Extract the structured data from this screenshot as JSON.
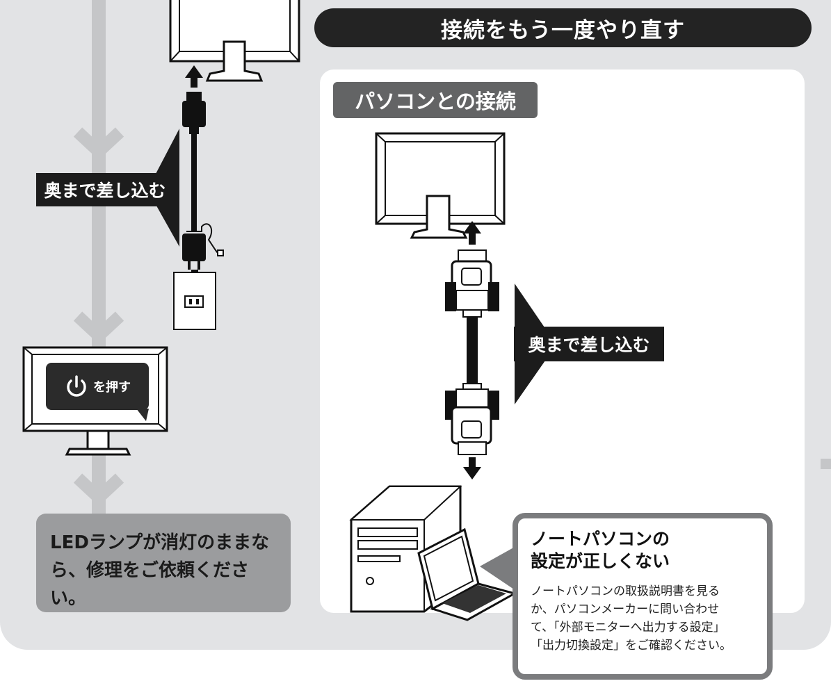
{
  "header": {
    "title": "接続をもう一度やり直す"
  },
  "pc_section": {
    "label": "パソコンとの接続"
  },
  "left_flow": {
    "insert_label": "奥まで差し込む",
    "power_button_text": "を押す",
    "led_message": [
      "LEDランプが消灯のままな",
      "ら、修理をご依頼ください。"
    ]
  },
  "right_flow": {
    "insert_label": "奥まで差し込む"
  },
  "laptop_note": {
    "title": [
      "ノートパソコンの",
      "設定が正しくない"
    ],
    "body": [
      "ノートパソコンの取扱説明書を見る",
      "か、パソコンメーカーに問い合わせ",
      "て、「外部モニターへ出力する設定」",
      "「出力切換設定」をご確認ください。"
    ]
  },
  "icons": [
    "power-icon",
    "monitor-icon",
    "outlet-icon",
    "dvi-connector-icon",
    "desktop-pc-icon",
    "laptop-icon",
    "arrow-up-icon",
    "arrow-down-icon",
    "chevron-down-icon"
  ],
  "colors": {
    "panel": "#e2e3e5",
    "dark": "#232323",
    "gray_label": "#636465",
    "led_box": "#9b9c9e",
    "note_border": "#7b7c7e",
    "flow_line": "#c5c6c8"
  }
}
